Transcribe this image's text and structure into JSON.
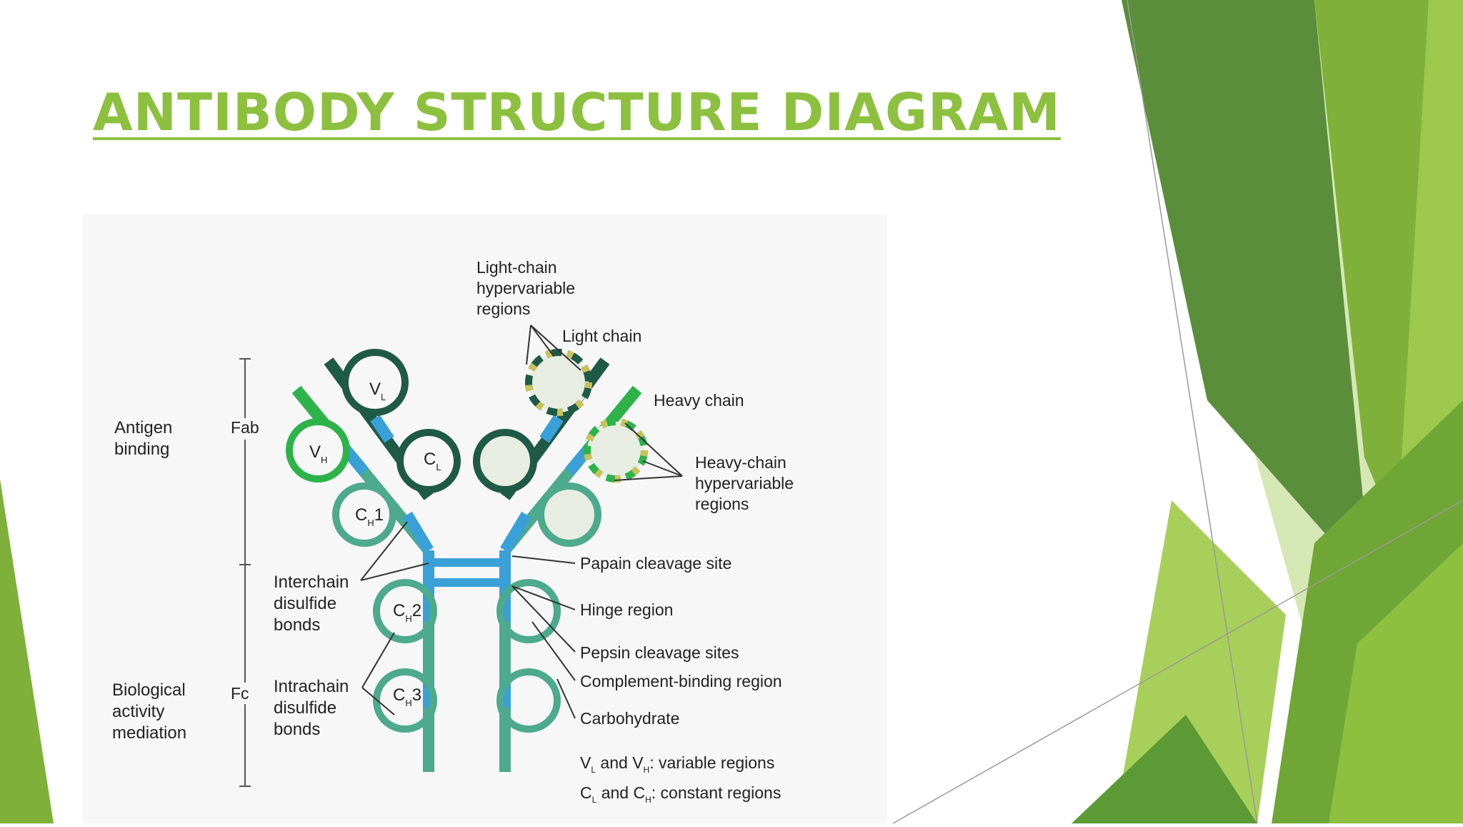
{
  "slide": {
    "title": "ANTIBODY STRUCTURE DIAGRAM"
  },
  "colors": {
    "title": "#8dc03f",
    "light_chain": "#1f5a46",
    "heavy_chain": "#2db34a",
    "constant_chain": "#4daa8c",
    "hinge_blue": "#3aa0d8",
    "hypervariable": "#c9c25a",
    "bg_green_dark": "#5b8e3a",
    "bg_green_mid": "#7fb03a",
    "bg_green_light": "#a8cf5a"
  },
  "diagram": {
    "left_labels": {
      "antigen_binding": [
        "Antigen",
        "binding"
      ],
      "biological_activity": [
        "Biological",
        "activity",
        "mediation"
      ]
    },
    "fragments": {
      "fab": "Fab",
      "fc": "Fc"
    },
    "domains": {
      "vl": {
        "base": "V",
        "sub": "L"
      },
      "vh": {
        "base": "V",
        "sub": "H"
      },
      "cl": {
        "base": "C",
        "sub": "L"
      },
      "ch1": {
        "base": "C",
        "sub": "H",
        "suffix": "1"
      },
      "ch2": {
        "base": "C",
        "sub": "H",
        "suffix": "2"
      },
      "ch3": {
        "base": "C",
        "sub": "H",
        "suffix": "3"
      }
    },
    "labels": {
      "light_hv": [
        "Light-chain",
        "hypervariable",
        "regions"
      ],
      "light_chain": "Light chain",
      "heavy_chain": "Heavy chain",
      "heavy_hv": [
        "Heavy-chain",
        "hypervariable",
        "regions"
      ],
      "interchain": [
        "Interchain",
        "disulfide",
        "bonds"
      ],
      "intrachain": [
        "Intrachain",
        "disulfide",
        "bonds"
      ],
      "papain": "Papain cleavage site",
      "hinge": "Hinge region",
      "pepsin": "Pepsin cleavage sites",
      "complement": "Complement-binding region",
      "carbohydrate": "Carbohydrate"
    },
    "legend": {
      "variable": {
        "v": "V",
        "sub_l": "L",
        "and": " and ",
        "sub_h": "H",
        "text": ": variable regions"
      },
      "constant": {
        "c": "C",
        "sub_l": "L",
        "and": " and ",
        "sub_h": "H",
        "text": ": constant regions"
      }
    }
  }
}
